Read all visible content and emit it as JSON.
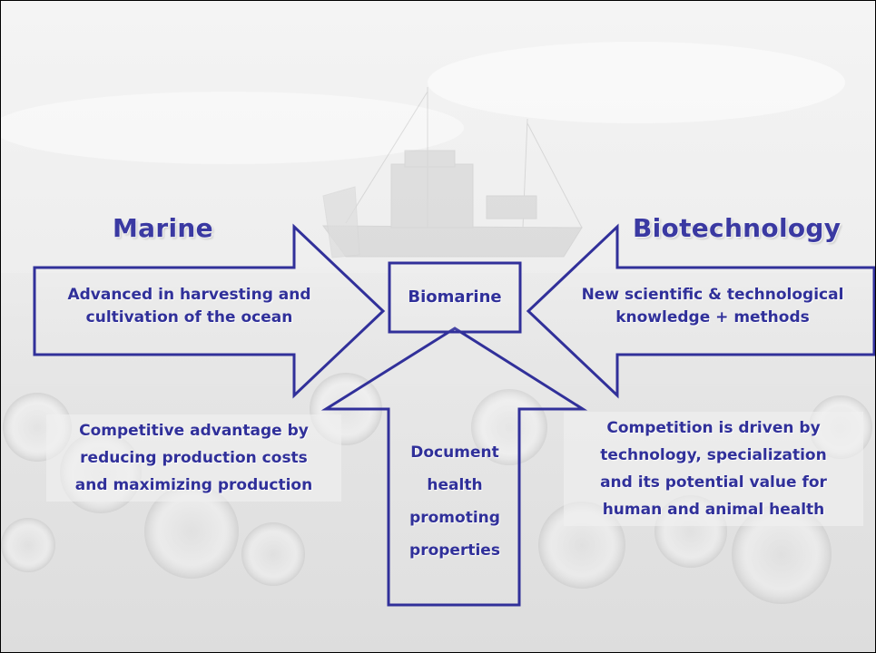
{
  "headings": {
    "left": "Marine",
    "right": "Biotechnology"
  },
  "center": {
    "label": "Biomarine"
  },
  "arrows": {
    "left": {
      "lines": [
        "Advanced in harvesting and",
        "cultivation of the ocean"
      ]
    },
    "right": {
      "lines": [
        "New scientific & technological",
        "knowledge + methods"
      ]
    },
    "bottom": {
      "lines": [
        "Document",
        "health",
        "promoting",
        "properties"
      ]
    }
  },
  "notes": {
    "left": {
      "lines": [
        "Competitive advantage by",
        "reducing production costs",
        "and maximizing production"
      ]
    },
    "right": {
      "lines": [
        "Competition is driven by",
        "technology, specialization",
        "and its potential value for",
        "human and animal health"
      ]
    }
  },
  "colors": {
    "accent": "#31309a",
    "background": "#eeeeee"
  }
}
